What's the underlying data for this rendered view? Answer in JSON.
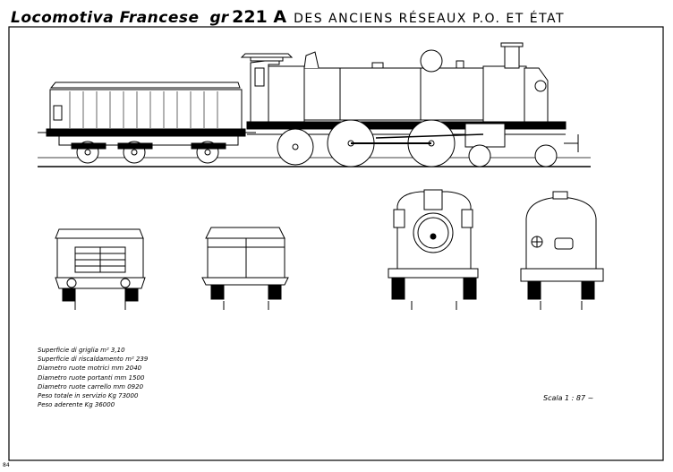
{
  "title": {
    "main": "Locomotiva Francese",
    "gr": "gr",
    "number": "221 A",
    "subtitle": "DES ANCIENS RÉSEAUX P.O. ET ÉTAT"
  },
  "specs": [
    "Superficie di griglia  m² 3,10",
    "Superficie di riscaldamento  m² 239",
    "Diametro ruote motrici  mm 2040",
    "Diametro ruote portanti  mm 1500",
    "Diametro ruote carrello  mm 0920",
    "Peso totale in servizio  Kg 73000",
    "Peso aderente  Kg 36000"
  ],
  "scale": "Scala 1 : 87 ~",
  "footmark": "84"
}
